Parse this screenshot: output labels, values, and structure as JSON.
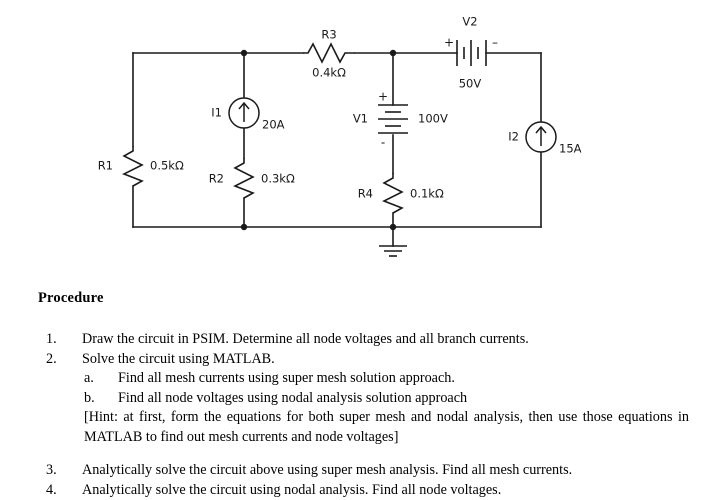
{
  "circuit": {
    "title_components": {
      "R1": {
        "name": "R1",
        "value": "0.5kΩ"
      },
      "R2": {
        "name": "R2",
        "value": "0.3kΩ"
      },
      "R3": {
        "name": "R3",
        "value": "0.4kΩ"
      },
      "R4": {
        "name": "R4",
        "value": "0.1kΩ"
      },
      "V1": {
        "name": "V1",
        "value": "100V",
        "plus": "+",
        "minus": "-"
      },
      "V2": {
        "name": "V2",
        "value": "50V",
        "plus": "+",
        "minus": "–"
      },
      "I1": {
        "name": "I1",
        "value": "20A"
      },
      "I2": {
        "name": "I2",
        "value": "15A"
      }
    }
  },
  "procedure": {
    "heading": "Procedure",
    "items": [
      {
        "num": "1.",
        "text": "Draw the circuit in PSIM. Determine all node voltages and all branch currents."
      },
      {
        "num": "2.",
        "text": "Solve the circuit using MATLAB."
      }
    ],
    "sub_items": [
      {
        "letter": "a.",
        "text": "Find all mesh currents using super mesh solution approach."
      },
      {
        "letter": "b.",
        "text": "Find all node voltages using nodal analysis solution approach"
      }
    ],
    "hint": "[Hint: at first, form the equations for both super mesh and nodal analysis, then use those equations in MATLAB to find out mesh currents and node voltages]",
    "items2": [
      {
        "num": "3.",
        "text": "Analytically solve the circuit above using super mesh analysis.  Find all mesh currents."
      },
      {
        "num": "4.",
        "text": "Analytically solve the circuit using nodal analysis.  Find all node voltages."
      }
    ]
  }
}
